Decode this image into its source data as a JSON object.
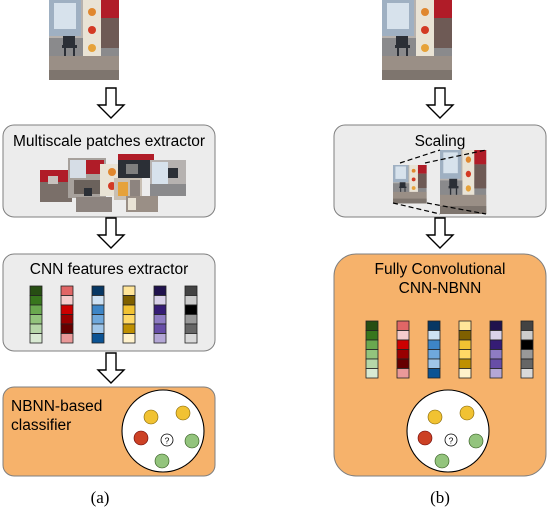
{
  "panel_a": {
    "box1_label": "Multiscale patches extractor",
    "box2_label": "CNN features extractor",
    "box3_label_line1": "NBNN-based",
    "box3_label_line2": "classifier",
    "query_symbol": "?",
    "caption": "(a)"
  },
  "panel_b": {
    "box1_label": "Scaling",
    "box2_label_line1": "Fully Convolutional",
    "box2_label_line2": "CNN-NBNN",
    "query_symbol": "?",
    "caption": "(b)"
  },
  "colors": {
    "gray_box_fill": "#ececec",
    "orange_box_fill": "#f6b26b",
    "box_stroke": "#7f7f7f",
    "feature_palettes": [
      [
        "#274e13",
        "#38761d",
        "#6aa84f",
        "#93c47d",
        "#b6d7a8",
        "#d9ead3"
      ],
      [
        "#e06666",
        "#f4cccc",
        "#cc0000",
        "#990000",
        "#660000",
        "#ea9999"
      ],
      [
        "#073763",
        "#cfe2f3",
        "#3d85c6",
        "#6fa8dc",
        "#9fc5e8",
        "#0b5394"
      ],
      [
        "#ffe599",
        "#7f6000",
        "#f1c232",
        "#ffd966",
        "#bf9000",
        "#fff2cc"
      ],
      [
        "#20124d",
        "#d9d2e9",
        "#351c75",
        "#8e7cc3",
        "#674ea7",
        "#b4a7d6"
      ],
      [
        "#434343",
        "#cccccc",
        "#000000",
        "#999999",
        "#666666",
        "#d9d9d9"
      ]
    ],
    "circle_dots": [
      "#f1c232",
      "#f1c232",
      "#cc4125",
      "#93c47d",
      "#93c47d"
    ]
  },
  "icons": {
    "scene_photo": "room-photo-icon",
    "patches": "image-patches-icon",
    "scaled_images": "scaled-images-icon",
    "down_arrow": "down-arrow-icon"
  }
}
